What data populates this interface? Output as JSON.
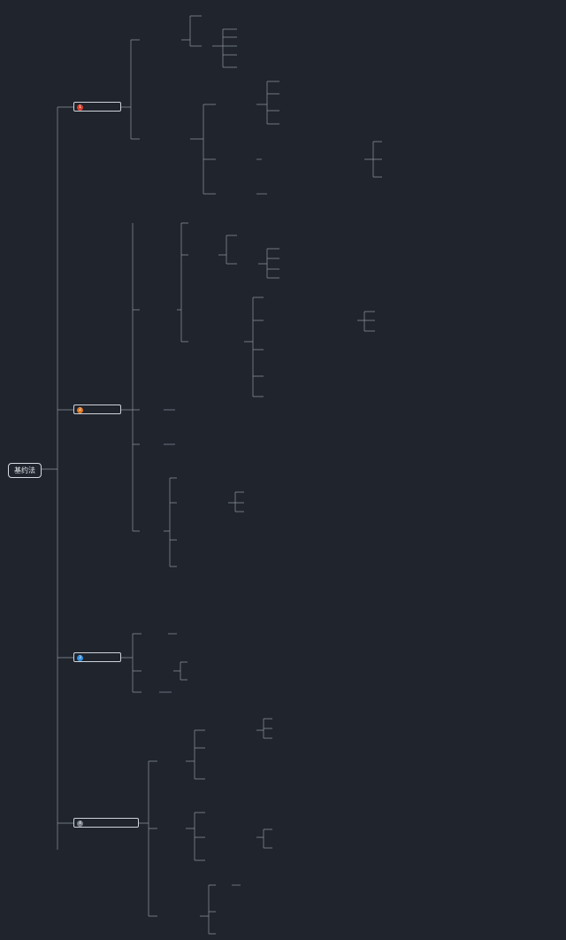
{
  "root": {
    "label": "基约法"
  },
  "branches": [
    {
      "num": "1",
      "color": "#d9412f",
      "label": "",
      "subs": [],
      "leaves": []
    },
    {
      "num": "2",
      "color": "#e07a23",
      "label": "",
      "subs": [],
      "leaves": []
    },
    {
      "num": "3",
      "color": "#2f8fe0",
      "label": "",
      "subs": [],
      "leaves": []
    },
    {
      "num": "4",
      "color": "#7a7f88",
      "label": "",
      "subs": [],
      "leaves": []
    }
  ]
}
